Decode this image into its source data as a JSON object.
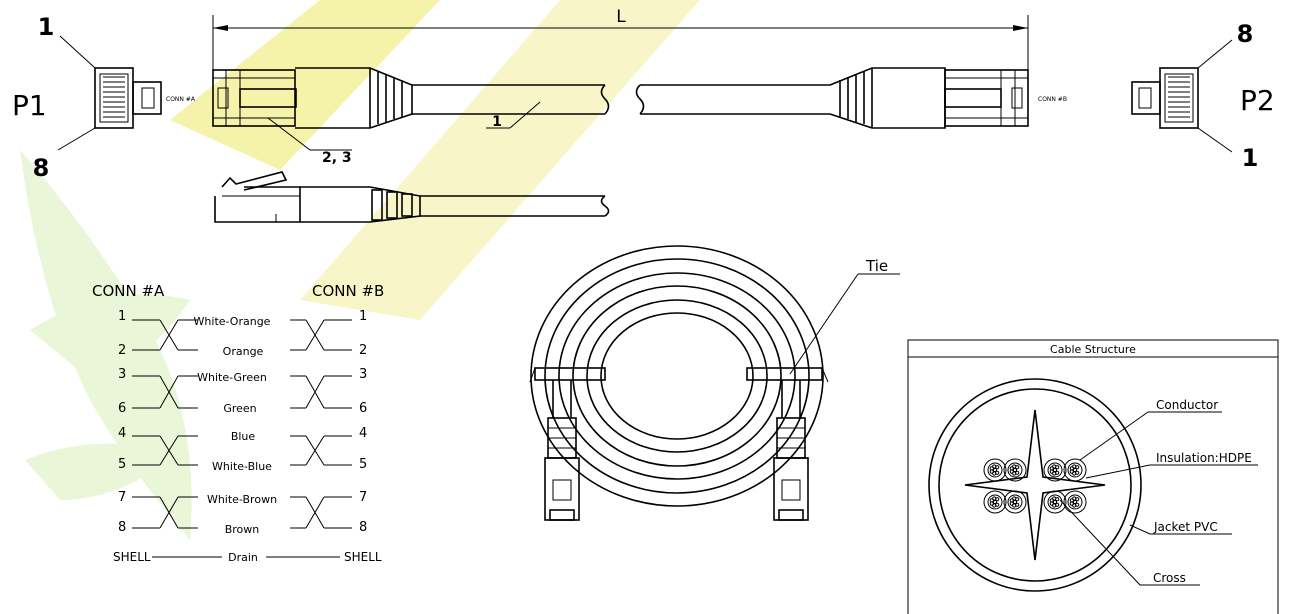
{
  "dimension": {
    "length_label": "L"
  },
  "connectors": {
    "p1": {
      "label": "P1",
      "pin_top": "1",
      "pin_bottom": "8",
      "conn_label": "CONN #A"
    },
    "p2": {
      "label": "P2",
      "pin_top": "8",
      "pin_bottom": "1",
      "conn_label": "CONN #B"
    }
  },
  "callouts": {
    "cable": "1",
    "plug": "2, 3",
    "tie": "Tie"
  },
  "wiring": {
    "left_header": "CONN #A",
    "right_header": "CONN #B",
    "rows": [
      {
        "left": "1",
        "color": "White-Orange",
        "right": "1"
      },
      {
        "left": "2",
        "color": "Orange",
        "right": "2"
      },
      {
        "left": "3",
        "color": "White-Green",
        "right": "3"
      },
      {
        "left": "6",
        "color": "Green",
        "right": "6"
      },
      {
        "left": "4",
        "color": "Blue",
        "right": "4"
      },
      {
        "left": "5",
        "color": "White-Blue",
        "right": "5"
      },
      {
        "left": "7",
        "color": "White-Brown",
        "right": "7"
      },
      {
        "left": "8",
        "color": "Brown",
        "right": "8"
      }
    ],
    "shell_left": "SHELL",
    "drain": "Drain",
    "shell_right": "SHELL"
  },
  "structure": {
    "title": "Cable Structure",
    "labels": {
      "conductor": "Conductor",
      "insulation": "Insulation:HDPE",
      "jacket": "Jacket PVC",
      "cross": "Cross"
    }
  },
  "colors": {
    "line": "#000000",
    "watermark": "#f4f1a8",
    "watermark_leaf": "#e9f5d4",
    "highlight": "#f3c400"
  }
}
